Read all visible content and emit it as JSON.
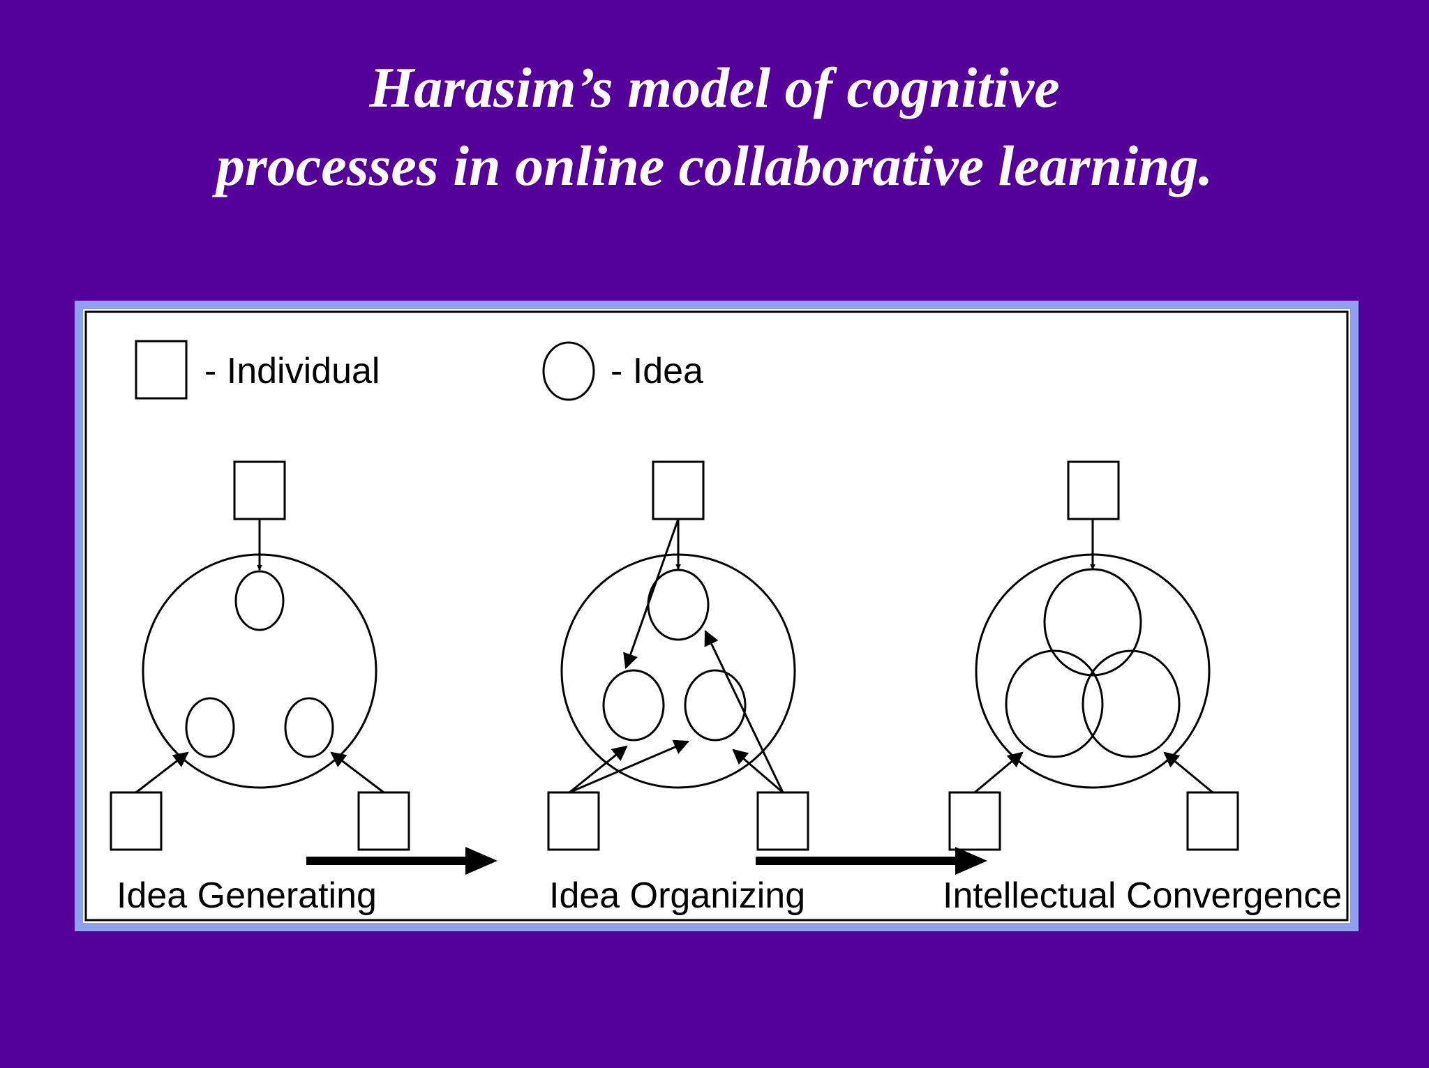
{
  "title": {
    "line1": "Harasim’s model of cognitive",
    "line2": "processes in online collaborative learning."
  },
  "legend": {
    "individual": {
      "symbol": "square",
      "label": "- Individual"
    },
    "idea": {
      "symbol": "circle",
      "label": "- Idea"
    }
  },
  "stages": [
    {
      "label": "Idea Generating"
    },
    {
      "label": "Idea Organizing"
    },
    {
      "label": "Intellectual Convergence"
    }
  ],
  "colors": {
    "background": "#55009b",
    "title_text": "#ffffff",
    "frame": "#8fa0f2",
    "canvas": "#ffffff",
    "stroke": "#000000"
  }
}
